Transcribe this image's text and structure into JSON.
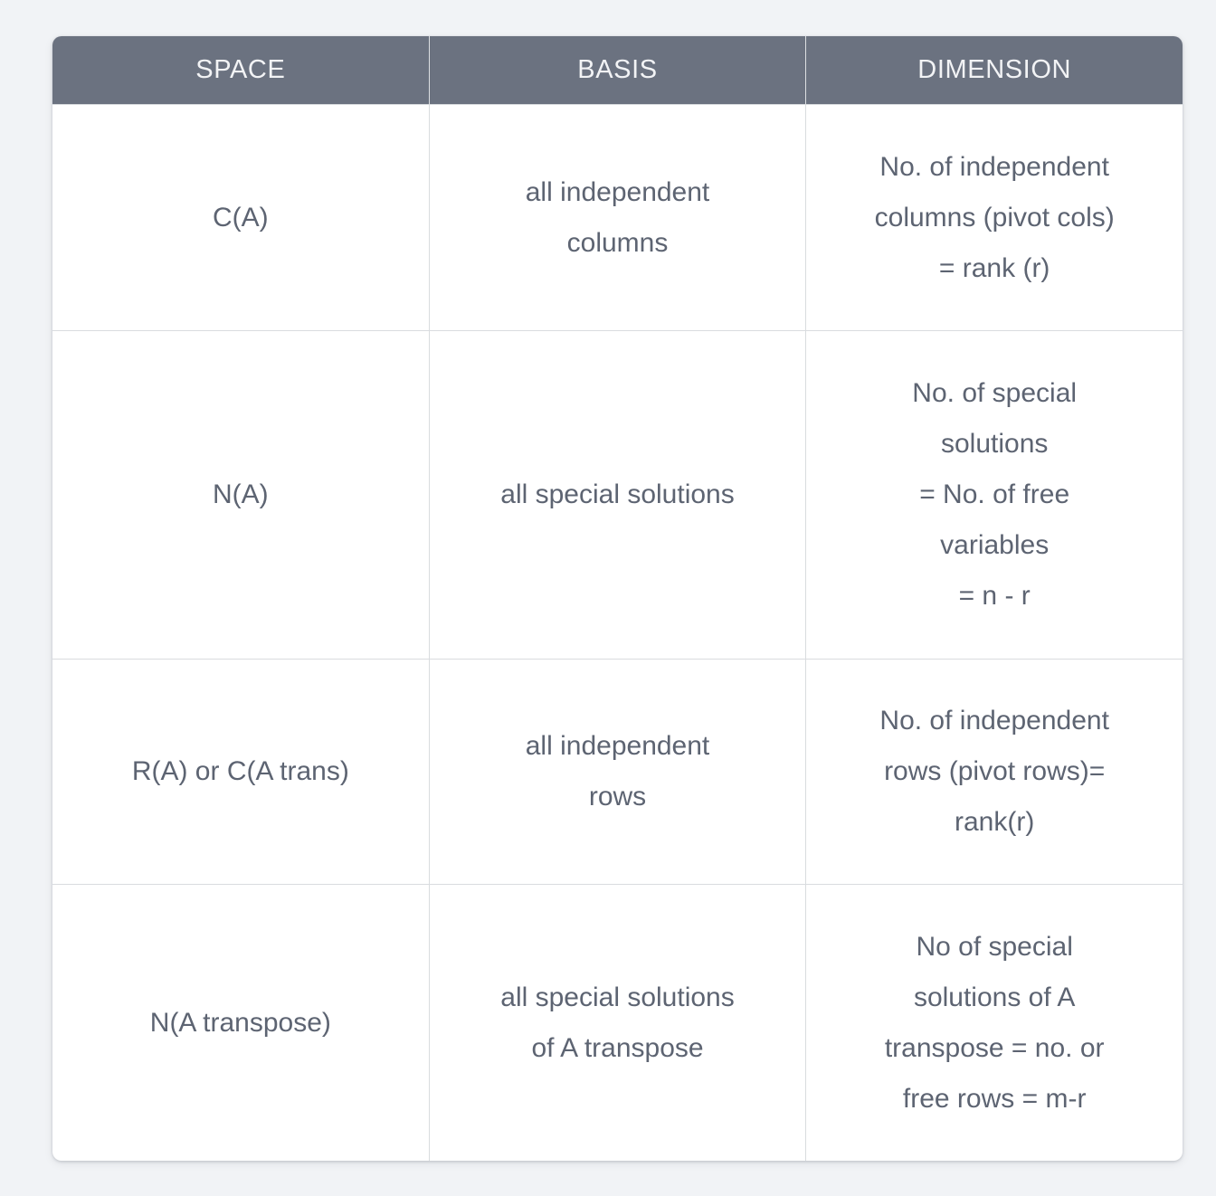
{
  "colors": {
    "page_background": "#f1f3f6",
    "header_background": "#6b7280",
    "header_text": "#f2f3f5",
    "body_text": "#5d6472",
    "grid_line": "#d9dcdf",
    "card_background": "#ffffff"
  },
  "table": {
    "headers": [
      "SPACE",
      "BASIS",
      "DIMENSION"
    ],
    "rows": [
      {
        "space": "C(A)",
        "basis": "all independent\ncolumns",
        "dimension": "No. of independent\ncolumns (pivot cols)\n= rank (r)"
      },
      {
        "space": "N(A)",
        "basis": "all special solutions",
        "dimension": "No. of special\nsolutions\n= No. of free\nvariables\n= n - r"
      },
      {
        "space": "R(A) or C(A trans)",
        "basis": "all independent\nrows",
        "dimension": "No. of independent\nrows (pivot rows)=\nrank(r)"
      },
      {
        "space": "N(A transpose)",
        "basis": "all special solutions\nof A transpose",
        "dimension": "No of special\nsolutions of A\ntranspose = no. or\nfree rows = m-r"
      }
    ]
  }
}
